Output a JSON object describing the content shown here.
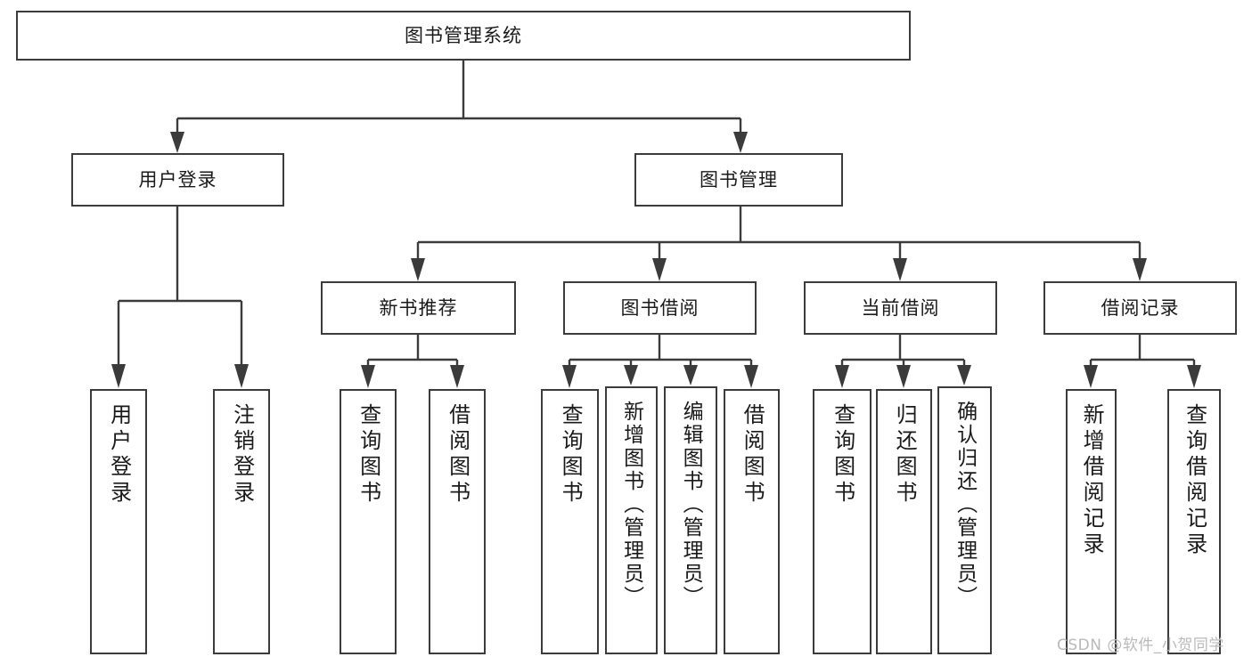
{
  "diagram": {
    "title": "图书管理系统",
    "type": "tree",
    "root": {
      "label": "图书管理系统"
    },
    "level1": [
      {
        "label": "用户登录"
      },
      {
        "label": "图书管理"
      }
    ],
    "level2": [
      {
        "label": "新书推荐"
      },
      {
        "label": "图书借阅"
      },
      {
        "label": "当前借阅"
      },
      {
        "label": "借阅记录"
      }
    ],
    "leaves_user_login": [
      {
        "label": "用户登录"
      },
      {
        "label": "注销登录"
      }
    ],
    "leaves_new_books": [
      {
        "label": "查询图书"
      },
      {
        "label": "借阅图书"
      }
    ],
    "leaves_borrow": [
      {
        "label": "查询图书"
      },
      {
        "label": "新增图书（管理员）"
      },
      {
        "label": "编辑图书（管理员）"
      },
      {
        "label": "借阅图书"
      }
    ],
    "leaves_current": [
      {
        "label": "查询图书"
      },
      {
        "label": "归还图书"
      },
      {
        "label": "确认归还（管理员）"
      }
    ],
    "leaves_records": [
      {
        "label": "新增借阅记录"
      },
      {
        "label": "查询借阅记录"
      }
    ]
  },
  "watermark": {
    "text": "CSDN @软件_小贺同学"
  },
  "colors": {
    "border": "#3b3b3b",
    "background": "#ffffff",
    "text": "#1a1a1a",
    "watermark": "#b9b9b9"
  }
}
